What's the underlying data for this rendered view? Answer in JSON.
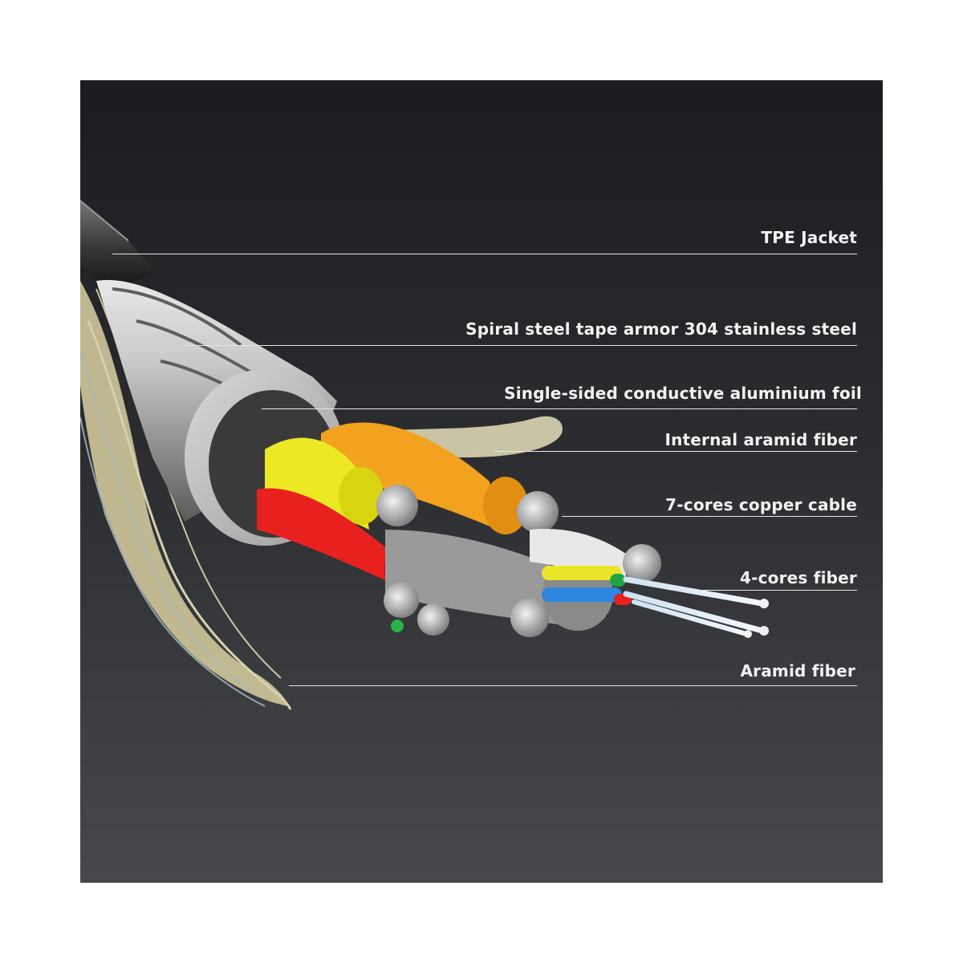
{
  "colors": {
    "background_top": "#1b1c1f",
    "background_bottom": "#47484c",
    "label_text": "#f2f2f2",
    "leader_line": "#e6e6e6",
    "core_yellow": "#ece824",
    "core_orange": "#f2a21e",
    "core_red": "#e8211f",
    "core_grey": "#9a9a9a",
    "fiber_aramid": "#d9d2a4",
    "steel": "#b8b8b8"
  },
  "callouts": [
    {
      "id": "tpe-jacket",
      "label": "TPE Jacket"
    },
    {
      "id": "spiral-steel",
      "label": "Spiral steel tape armor 304 stainless steel"
    },
    {
      "id": "aluminium-foil",
      "label": "Single-sided conductive aluminium foil"
    },
    {
      "id": "internal-aramid",
      "label": "Internal aramid fiber"
    },
    {
      "id": "copper-cable",
      "label": "7-cores copper cable"
    },
    {
      "id": "fiber-cores",
      "label": "4-cores fiber"
    },
    {
      "id": "aramid-fiber",
      "label": "Aramid fiber"
    }
  ]
}
